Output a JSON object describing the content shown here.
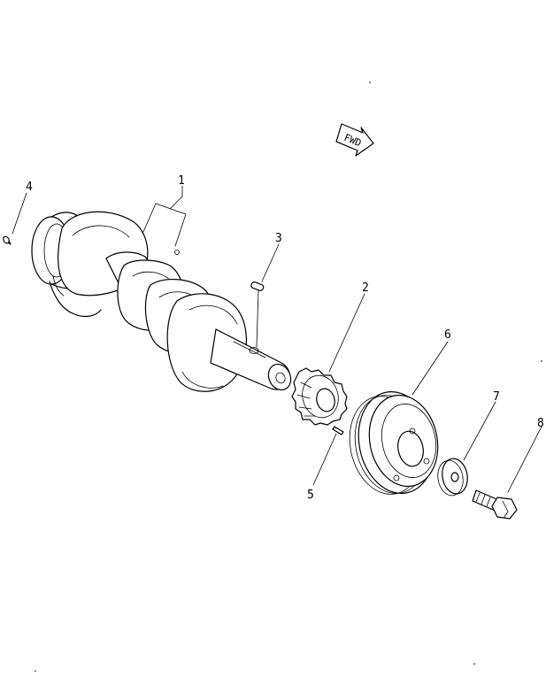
{
  "diagram": {
    "direction_label": "FWD",
    "callouts": [
      {
        "id": "1",
        "label": "1"
      },
      {
        "id": "2",
        "label": "2"
      },
      {
        "id": "3",
        "label": "3"
      },
      {
        "id": "4",
        "label": "4"
      },
      {
        "id": "5",
        "label": "5"
      },
      {
        "id": "6",
        "label": "6"
      },
      {
        "id": "7",
        "label": "7"
      },
      {
        "id": "8",
        "label": "8"
      }
    ]
  }
}
